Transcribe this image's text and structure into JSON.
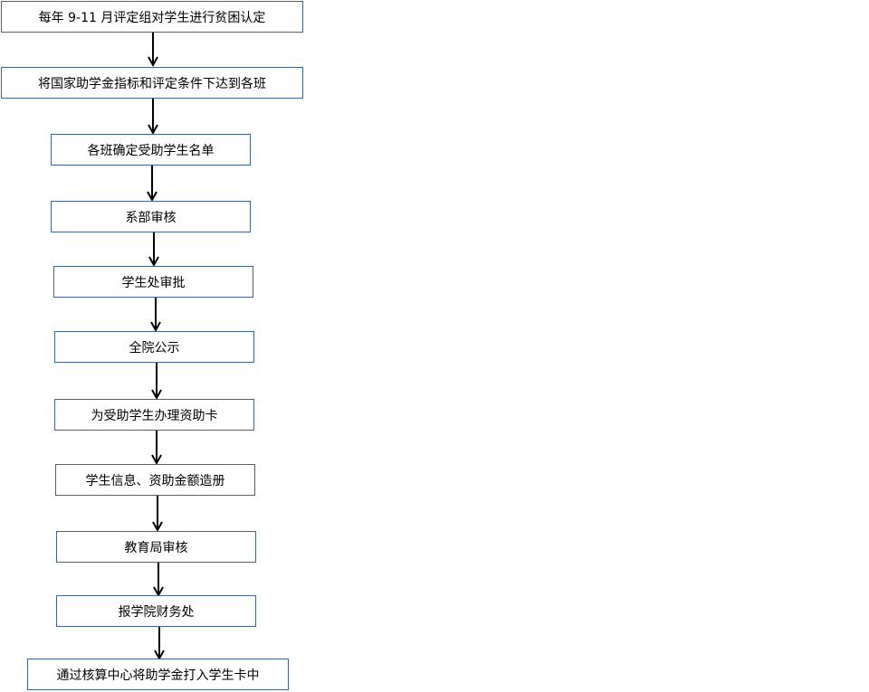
{
  "flowchart": {
    "steps": [
      "每年 9-11 月评定组对学生进行贫困认定",
      "将国家助学金指标和评定条件下达到各班",
      "各班确定受助学生名单",
      "系部审核",
      "学生处审批",
      "全院公示",
      "为受助学生办理资助卡",
      "学生信息、资助金额造册",
      "教育局审核",
      "报学院财务处",
      "通过核算中心将助学金打入学生卡中"
    ]
  },
  "colors": {
    "box_border": "#3e648f",
    "arrow": "#000000",
    "text": "#000000"
  }
}
